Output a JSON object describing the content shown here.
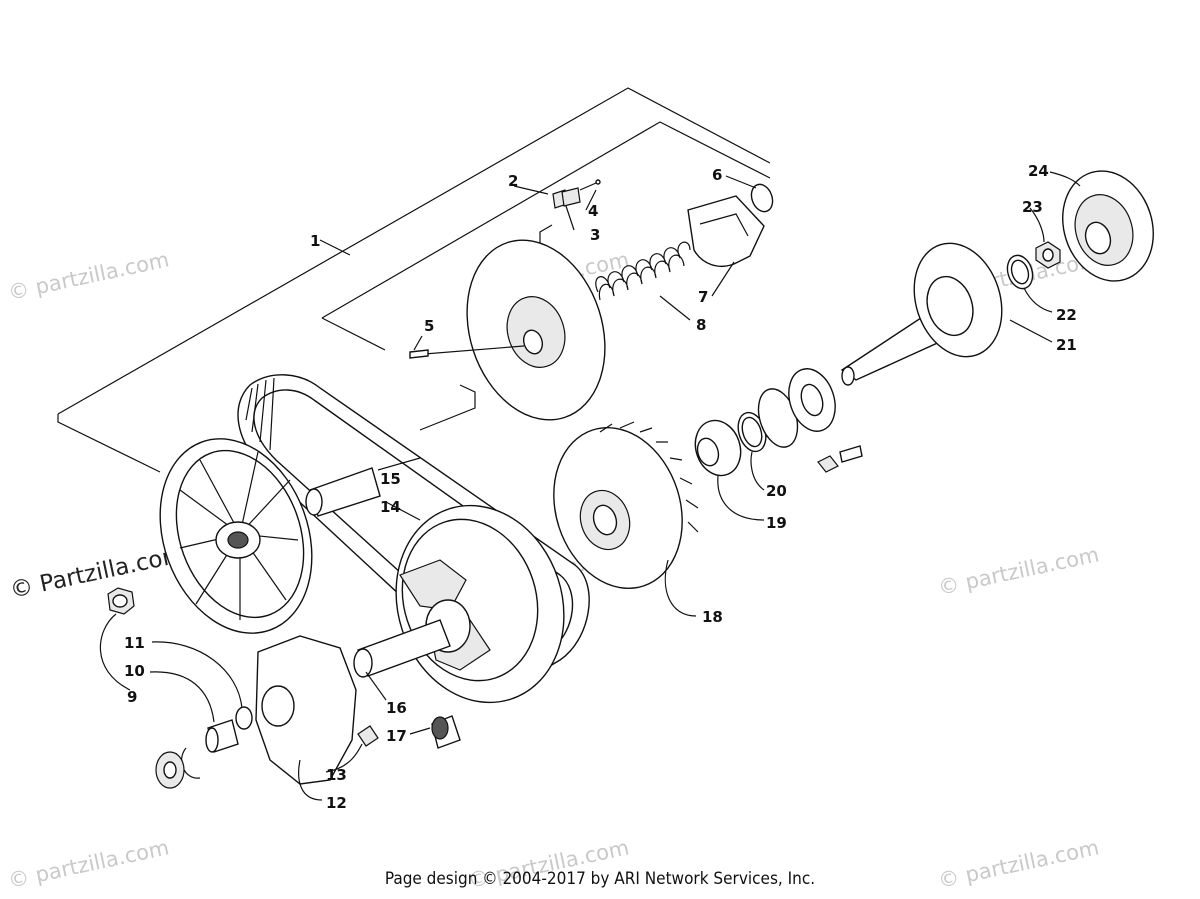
{
  "diagram": {
    "callouts": [
      "1",
      "2",
      "3",
      "4",
      "5",
      "6",
      "7",
      "8",
      "9",
      "10",
      "11",
      "12",
      "13",
      "14",
      "15",
      "16",
      "17",
      "18",
      "19",
      "20",
      "21",
      "22",
      "23",
      "24"
    ]
  },
  "watermark": {
    "text": "© Partzilla.com",
    "text_lower": "© partzilla.com"
  },
  "footer": {
    "text": "Page design © 2004-2017 by ARI Network Services, Inc."
  }
}
